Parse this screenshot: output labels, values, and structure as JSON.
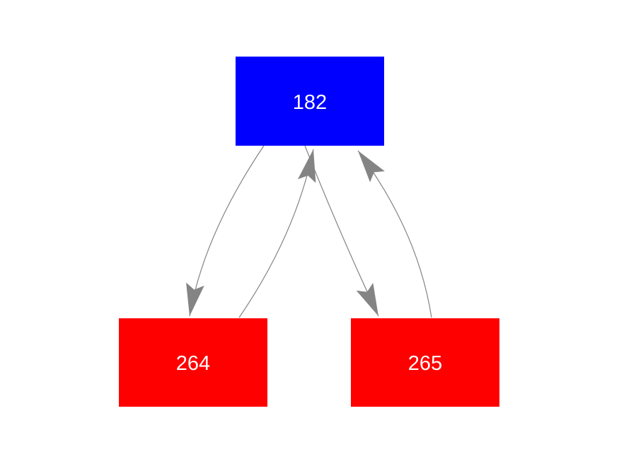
{
  "graph": {
    "background": "#ffffff",
    "edge_color": "#848484",
    "nodes": [
      {
        "label": "182",
        "color": "#0000ff",
        "text_color": "#ffffff",
        "position": "top-center"
      },
      {
        "label": "264",
        "color": "#ff0000",
        "text_color": "#ffffff",
        "position": "bottom-left"
      },
      {
        "label": "265",
        "color": "#ff0000",
        "text_color": "#ffffff",
        "position": "bottom-right"
      }
    ],
    "edges": [
      {
        "from": "182",
        "to": "264"
      },
      {
        "from": "264",
        "to": "182"
      },
      {
        "from": "182",
        "to": "265"
      },
      {
        "from": "265",
        "to": "182"
      }
    ]
  }
}
